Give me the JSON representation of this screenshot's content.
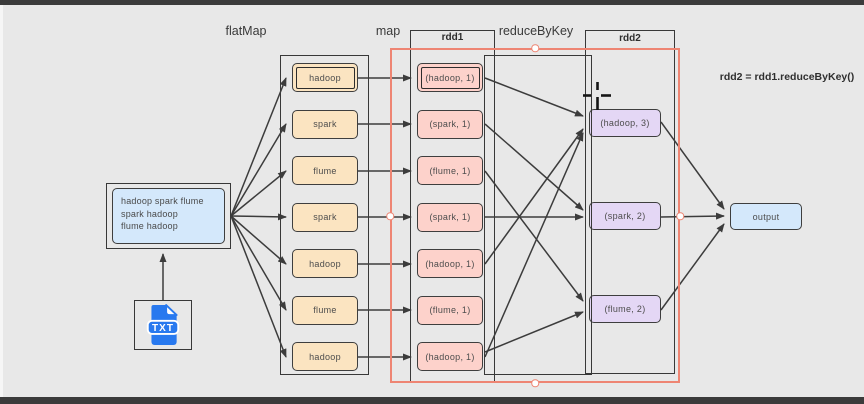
{
  "diagram": {
    "stage_labels": {
      "flatmap": "flatMap",
      "map": "map",
      "reducebykey": "reduceByKey"
    },
    "annotation": "rdd2 = rdd1.reduceByKey()",
    "source": {
      "lines": [
        "hadoop spark flume",
        "spark hadoop",
        "flume hadoop"
      ]
    },
    "file_icon": {
      "label": "TXT"
    },
    "flatmap_nodes": [
      "hadoop",
      "spark",
      "flume",
      "spark",
      "hadoop",
      "flume",
      "hadoop"
    ],
    "rdd1": {
      "label": "rdd1",
      "nodes": [
        "(hadoop, 1)",
        "(spark, 1)",
        "(flume, 1)",
        "(spark, 1)",
        "(hadoop, 1)",
        "(flume, 1)",
        "(hadoop, 1)"
      ]
    },
    "rdd2": {
      "label": "rdd2",
      "nodes": [
        "(hadoop, 3)",
        "(spark, 2)",
        "(flume, 2)"
      ]
    },
    "output_label": "output",
    "colors": {
      "canvas_bg": "#e8e8e8",
      "chrome_bar": "#3b3b3b",
      "node_orange": "#fbe4c1",
      "node_pink": "#fdd2cb",
      "node_purple": "#e4d7f5",
      "node_blue": "#d4e8fb",
      "selection_red": "#ee8573",
      "connector_dark": "#3c3c3c",
      "file_icon_blue": "#2879ef"
    },
    "edges": [
      [
        231,
        216,
        286,
        78
      ],
      [
        231,
        216,
        286,
        124
      ],
      [
        231,
        216,
        286,
        171
      ],
      [
        231,
        216,
        286,
        217
      ],
      [
        231,
        216,
        286,
        264
      ],
      [
        231,
        216,
        286,
        310
      ],
      [
        231,
        216,
        286,
        357
      ],
      [
        358,
        78,
        411,
        78
      ],
      [
        358,
        124,
        411,
        124
      ],
      [
        358,
        171,
        411,
        171
      ],
      [
        358,
        217,
        411,
        217
      ],
      [
        358,
        264,
        411,
        264
      ],
      [
        358,
        310,
        411,
        310
      ],
      [
        358,
        357,
        411,
        357
      ],
      [
        485,
        78,
        583,
        116
      ],
      [
        485,
        124,
        583,
        210
      ],
      [
        485,
        171,
        583,
        301
      ],
      [
        485,
        217,
        583,
        217
      ],
      [
        485,
        264,
        583,
        129
      ],
      [
        485,
        352,
        583,
        312
      ],
      [
        485,
        357,
        583,
        133
      ],
      [
        661,
        122,
        724,
        209
      ],
      [
        661,
        217,
        724,
        216
      ],
      [
        661,
        310,
        724,
        224
      ],
      [
        163,
        300,
        163,
        254
      ]
    ]
  }
}
